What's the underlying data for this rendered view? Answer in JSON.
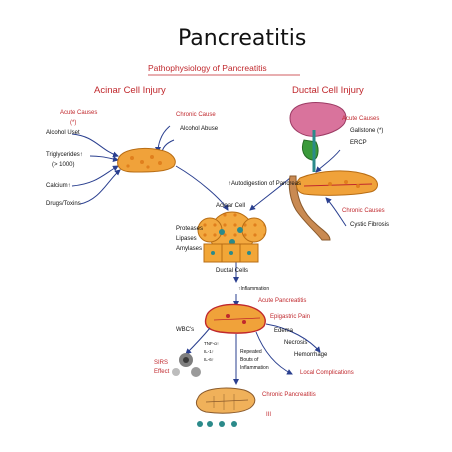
{
  "title": "Pancreatitis",
  "subtitle": "Pathophysiology of Pancreatitis",
  "acinar": {
    "heading": "Acinar Cell Injury",
    "acute_label": "Acute Causes",
    "acute_mark": "(*)",
    "acute_causes": [
      "Alcohol Uset",
      "Triglycerides↑",
      "(> 1000)",
      "Calcium↑",
      "Drugs/Toxins"
    ],
    "chronic_label": "Chronic Cause",
    "chronic_causes": [
      "Alcohol Abuse"
    ],
    "cell_label": "Acinar Cell"
  },
  "ductal": {
    "heading": "Ductal Cell Injury",
    "acute_label": "Acute Causes",
    "acute_causes": [
      "Gallstone (*)",
      "ERCP"
    ],
    "chronic_label": "Chronic Causes",
    "chronic_causes": [
      "Cystic Fibrosis"
    ],
    "cell_label": "Ductal Cells"
  },
  "autodigestion": "↑Autodigestion of Pancreas",
  "enzymes": [
    "Proteases",
    "Lipases",
    "Amylases"
  ],
  "inflammation": "↑Inflammation",
  "acute_pancreatitis": "Acute Pancreatitis",
  "epigastric_pain": "Epigastric Pain",
  "local_effects": [
    "Edema",
    "Necrosis",
    "Hemorrhage"
  ],
  "local_complications": "Local Complications",
  "wbc_label": "WBC's",
  "cytokines": [
    "TNF-α↑",
    "IL-1↑",
    "IL-6↑"
  ],
  "sirs_label": [
    "SIRS",
    "Effect"
  ],
  "repeated_bouts": [
    "Repeated",
    "Bouts of",
    "Inflammation"
  ],
  "chronic_pancreatitis": "Chronic Pancreatitis",
  "roman_numeral": "III",
  "colors": {
    "red_text": "#c0282d",
    "arrow_blue": "#2a3f8f",
    "pancreas_orange": "#f0a23a",
    "liver_pink": "#d9739c",
    "gallbladder_green": "#3a9a3a",
    "duodenum_brown": "#c98a52"
  }
}
